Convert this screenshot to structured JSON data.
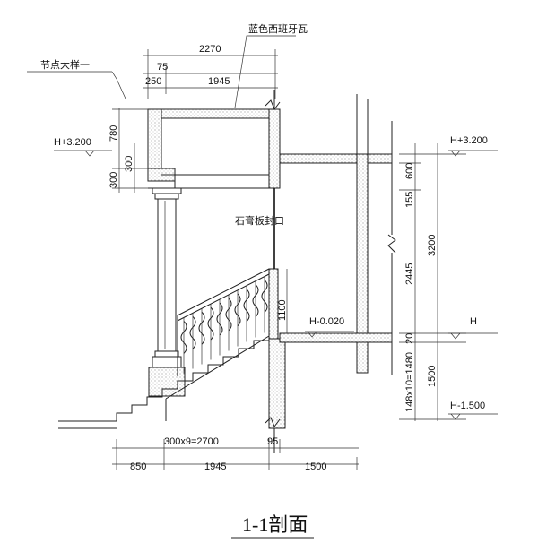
{
  "labels": {
    "roof_material": "蓝色西班牙瓦",
    "node_detail": "节点大样一",
    "gypsum_seal": "石膏板封口",
    "title": "1-1剖面"
  },
  "elevations": {
    "left_top": "H+3.200",
    "right_top": "H+3.200",
    "floor": "H-0.020",
    "right_mid": "H",
    "right_bottom": "H-1.500"
  },
  "dimensions": {
    "top_overall": "2270",
    "top_75": "75",
    "top_250": "250",
    "top_1945": "1945",
    "left_780": "780",
    "left_300a": "300",
    "left_300b": "300",
    "rail_1100": "1100",
    "right_155": "155",
    "right_600": "600",
    "right_2445": "2445",
    "right_3200": "3200",
    "right_20": "20",
    "right_steps": "148x10=1480",
    "right_1500": "1500",
    "stair_run": "300x9=2700",
    "bot_95": "95",
    "bot_850": "850",
    "bot_1945": "1945",
    "bot_1500": "1500"
  }
}
